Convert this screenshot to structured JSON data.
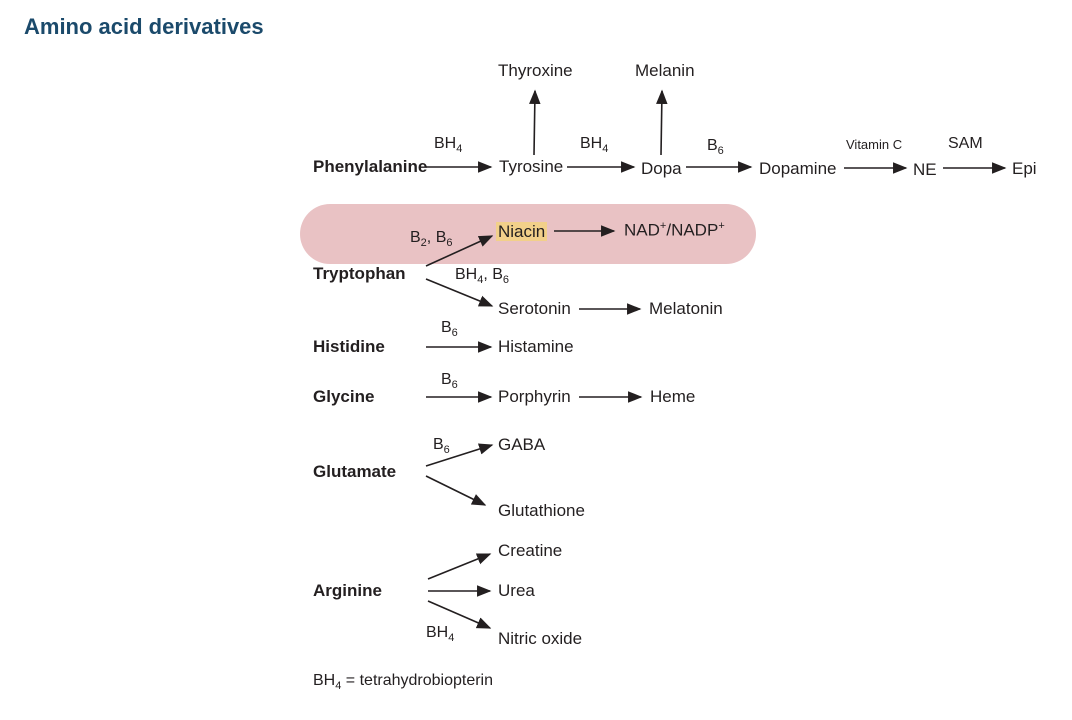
{
  "title": "Amino acid derivatives",
  "colors": {
    "title": "#1b4a6b",
    "highlight_band": "#e9c2c4",
    "highlight_word": "#f2d08a",
    "line": "#231f20"
  },
  "sources": {
    "phenylalanine": "Phenylalanine",
    "tryptophan": "Tryptophan",
    "histidine": "Histidine",
    "glycine": "Glycine",
    "glutamate": "Glutamate",
    "arginine": "Arginine"
  },
  "products": {
    "thyroxine": "Thyroxine",
    "melanin": "Melanin",
    "tyrosine": "Tyrosine",
    "dopa": "Dopa",
    "dopamine": "Dopamine",
    "ne": "NE",
    "epi": "Epi",
    "niacin": "Niacin",
    "nad_base1": "NAD",
    "nad_sup1": "+",
    "nad_base2": "/NADP",
    "nad_sup2": "+",
    "serotonin": "Serotonin",
    "melatonin": "Melatonin",
    "histamine": "Histamine",
    "porphyrin": "Porphyrin",
    "heme": "Heme",
    "gaba": "GABA",
    "glutathione": "Glutathione",
    "creatine": "Creatine",
    "urea": "Urea",
    "nitric_oxide": "Nitric oxide"
  },
  "cofactors": {
    "bh": "BH",
    "four": "4",
    "b": "B",
    "two": "2",
    "six": "6",
    "comma": ", ",
    "vitamin_c": "Vitamin C",
    "sam": "SAM"
  },
  "footnote": {
    "text": " = tetrahydrobiopterin"
  }
}
